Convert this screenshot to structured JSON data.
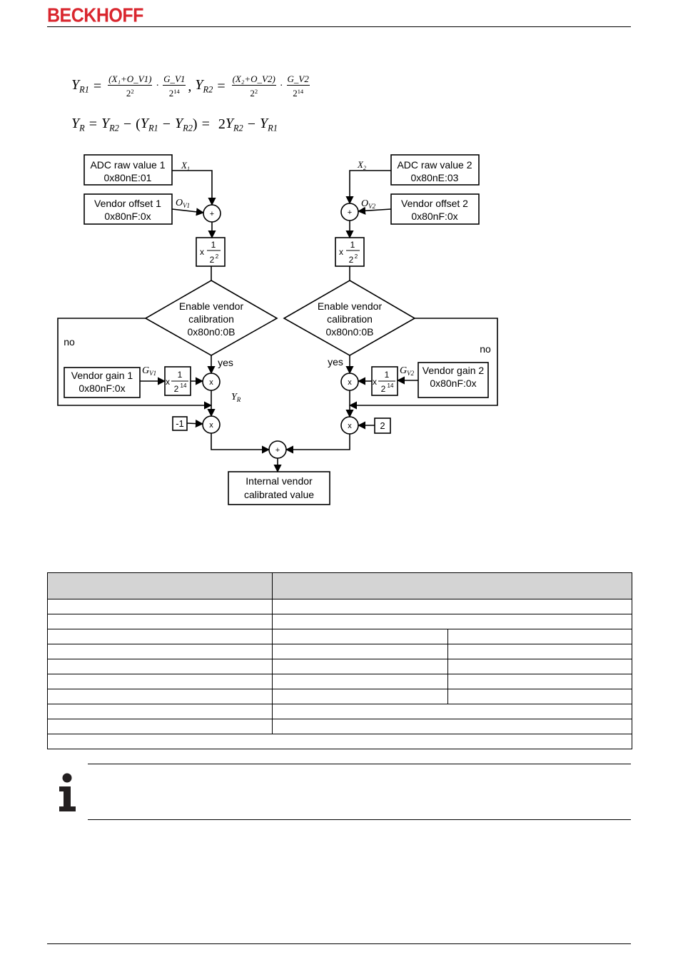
{
  "header": {
    "brand": "BECKHOFF"
  },
  "formulas": {
    "line1": {
      "y_r1": "Y",
      "y_r1_sub": "R1",
      "num1": "(X₁+O_V1)",
      "den1_base": "2",
      "den1_exp": "2",
      "gain1_num": "G_V1",
      "gain1_den_base": "2",
      "gain1_den_exp": "14",
      "y_r2": "Y",
      "y_r2_sub": "R2",
      "num2": "(X₂+O_V2)",
      "den2_base": "2",
      "den2_exp": "2",
      "gain2_num": "G_V2",
      "gain2_den_base": "2",
      "gain2_den_exp": "14"
    },
    "line2": {
      "lhs": "Y",
      "lhs_sub": "R",
      "t1": "Y",
      "t1_sub": "R2",
      "t2": "Y",
      "t2_sub": "R1",
      "t3": "Y",
      "t3_sub": "R2",
      "coef": "2",
      "t4": "Y",
      "t4_sub": "R2",
      "t5": "Y",
      "t5_sub": "R1"
    }
  },
  "diagram": {
    "adc1": {
      "line1": "ADC raw value 1",
      "line2": "0x80nE:01"
    },
    "adc2": {
      "line1": "ADC raw value 2",
      "line2": "0x80nE:03"
    },
    "offset1": {
      "line1": "Vendor offset 1",
      "line2": "0x80nF:0x"
    },
    "offset2": {
      "line1": "Vendor offset 2",
      "line2": "0x80nF:0x"
    },
    "x1_label": "X",
    "x1_sub": "1",
    "x2_label": "X",
    "x2_sub": "2",
    "ov1_label": "O",
    "ov1_sub": "V1",
    "ov2_label": "O",
    "ov2_sub": "V2",
    "plus": "+",
    "times": "x",
    "scale_left": {
      "prefix": "x",
      "num": "1",
      "den_base": "2",
      "den_exp": "2"
    },
    "scale_right": {
      "prefix": "x",
      "num": "1",
      "den_base": "2",
      "den_exp": "2"
    },
    "decision1": {
      "line1": "Enable vendor",
      "line2": "calibration",
      "line3": "0x80n0:0B"
    },
    "decision2": {
      "line1": "Enable vendor",
      "line2": "calibration",
      "line3": "0x80n0:0B"
    },
    "no": "no",
    "yes": "yes",
    "gain1": {
      "line1": "Vendor gain 1",
      "line2": "0x80nF:0x"
    },
    "gain2": {
      "line1": "Vendor gain 2",
      "line2": "0x80nF:0x"
    },
    "gv1_label": "G",
    "gv1_sub": "V1",
    "gv2_label": "G",
    "gv2_sub": "V2",
    "gscale_left": {
      "prefix": "x",
      "num": "1",
      "den_base": "2",
      "den_exp": "14"
    },
    "gscale_right": {
      "prefix": "x",
      "num": "1",
      "den_base": "2",
      "den_exp": "14"
    },
    "yr_label": "Y",
    "yr_sub": "R",
    "const_left": "-1",
    "const_right": "2",
    "output": {
      "line1": "Internal vendor",
      "line2": "calibrated value"
    }
  },
  "colors": {
    "brand": "#d9262e",
    "table_header": "#d4d4d4"
  },
  "note": {
    "icon": "info-icon"
  }
}
